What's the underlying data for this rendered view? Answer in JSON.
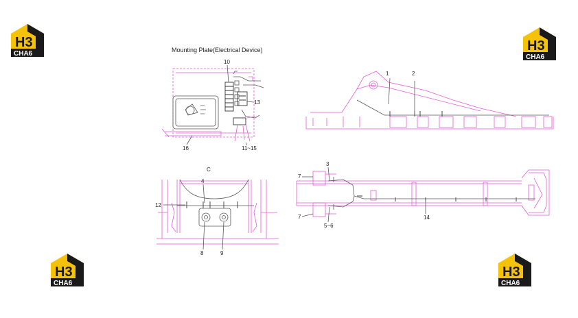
{
  "logo": {
    "letters": "H3",
    "word": "CHA6",
    "colors": {
      "yellow": "#f5c20a",
      "black": "#1a1a1a",
      "white": "#ffffff"
    }
  },
  "diagram": {
    "title": "Mounting Plate(Electrical Device)",
    "section_label": "C",
    "colors": {
      "pink": "#e35ad6",
      "dark": "#333333",
      "gray": "#777777"
    },
    "callouts": {
      "c1": "1",
      "c2": "2",
      "c3": "3",
      "c4": "4",
      "c56": "5~6",
      "c7a": "7",
      "c7b": "7",
      "c8": "8",
      "c9": "9",
      "c10": "10",
      "c1115": "11~15",
      "c12": "12",
      "c13": "13",
      "c14": "14",
      "c16": "16"
    }
  }
}
